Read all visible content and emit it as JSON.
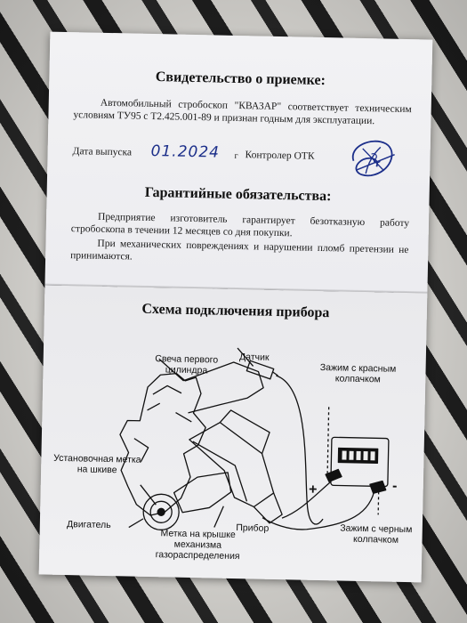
{
  "certificate": {
    "title": "Свидетельство о приемке:",
    "text": "Автомобильный стробоскоп \"КВАЗАР\" соответствует техническим условиям ТУ95 с Т2.425.001-89 и признан годным для эксплуатации.",
    "date_label": "Дата выпуска",
    "date_value": "01.2024",
    "date_suffix": "г",
    "controller_label": "Контролер ОТК"
  },
  "warranty": {
    "title": "Гарантийные обязательства:",
    "p1": "Предприятие изготовитель гарантирует безотказную работу стробоскопа в течении 12 месяцев со дня покупки.",
    "p2": "При механических повреждениях и нарушении пломб претензии не принимаются."
  },
  "diagram": {
    "title": "Схема подключения прибора",
    "labels": {
      "spark": "Свеча первого цилиндра",
      "sensor": "Датчик",
      "red_clamp": "Зажим с красным колпачком",
      "mark_pulley": "Установочная метка на шкиве",
      "engine": "Двигатель",
      "device": "Прибор",
      "black_clamp": "Зажим с черным колпачком",
      "mark_cover": "Метка на крышке механизма газораспределения",
      "plus": "+",
      "minus": "-"
    }
  },
  "colors": {
    "ink": "#111111",
    "pen": "#1c2f8a",
    "paper": "#f2f2f4"
  }
}
